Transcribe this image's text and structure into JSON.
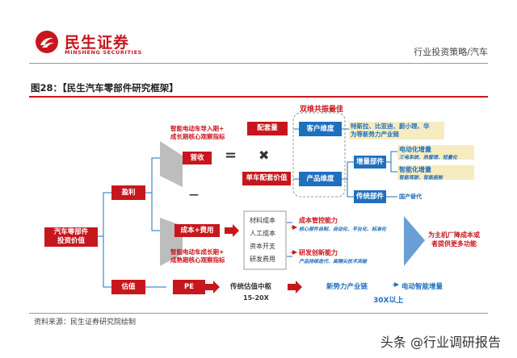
{
  "header": {
    "logo_cn": "民生证券",
    "logo_en": "MINSHENG SECURITIES",
    "category": "行业投资策略/汽车"
  },
  "figure": {
    "title": "图28：【民生汽车零部件研究框架】",
    "source": "资料来源：民生证券研究院绘制"
  },
  "diagram": {
    "root": "汽车零部件\n投资价值",
    "profit": "盈利",
    "valuation": "估值",
    "revenue": "营收",
    "cost_fee": "成本+费用",
    "pe": "PE",
    "revenue_note": "智能电动车导入期+\n成长期核心观察指标",
    "cost_note": "智能电动车成长期+\n成熟期核心观察指标",
    "equals": "=",
    "times": "✖",
    "minus": "—",
    "support_amount": "配套量",
    "unit_value": "单车配套价值",
    "dual_driver": "双维共振最佳",
    "customer_dim": "客户维度",
    "product_dim": "产品维度",
    "customers": "特斯拉、比亚迪、蔚小理、华\n为等新势力产业链",
    "incremental_parts": "增量部件",
    "traditional_parts": "传统部件",
    "electrification": "电动化增量",
    "electrification_sub": "三电系统、热管理、轻量化",
    "intelligence": "智能化增量",
    "intelligence_sub": "智能驾驶、智能座舱",
    "domestic_sub": "国产替代",
    "cost_items": [
      "材料成本",
      "人工成本",
      "资本开支",
      "研发费用"
    ],
    "cost_control": "成本管控能力",
    "cost_control_sub": "核心部件自制、自动化、平台化、标准化",
    "rd_innovation": "研发创新能力",
    "rd_innovation_sub": "产品持续迭代、高精尖技术突破",
    "oem_benefit": "为主机厂降成本或\n者提供更多功能",
    "traditional_val": "传统估值中枢",
    "traditional_range": "15-20X",
    "new_force_chain": "新势力产业链",
    "ev_smart_inc": "电动智能增量",
    "premium": "30X以上"
  }
}
